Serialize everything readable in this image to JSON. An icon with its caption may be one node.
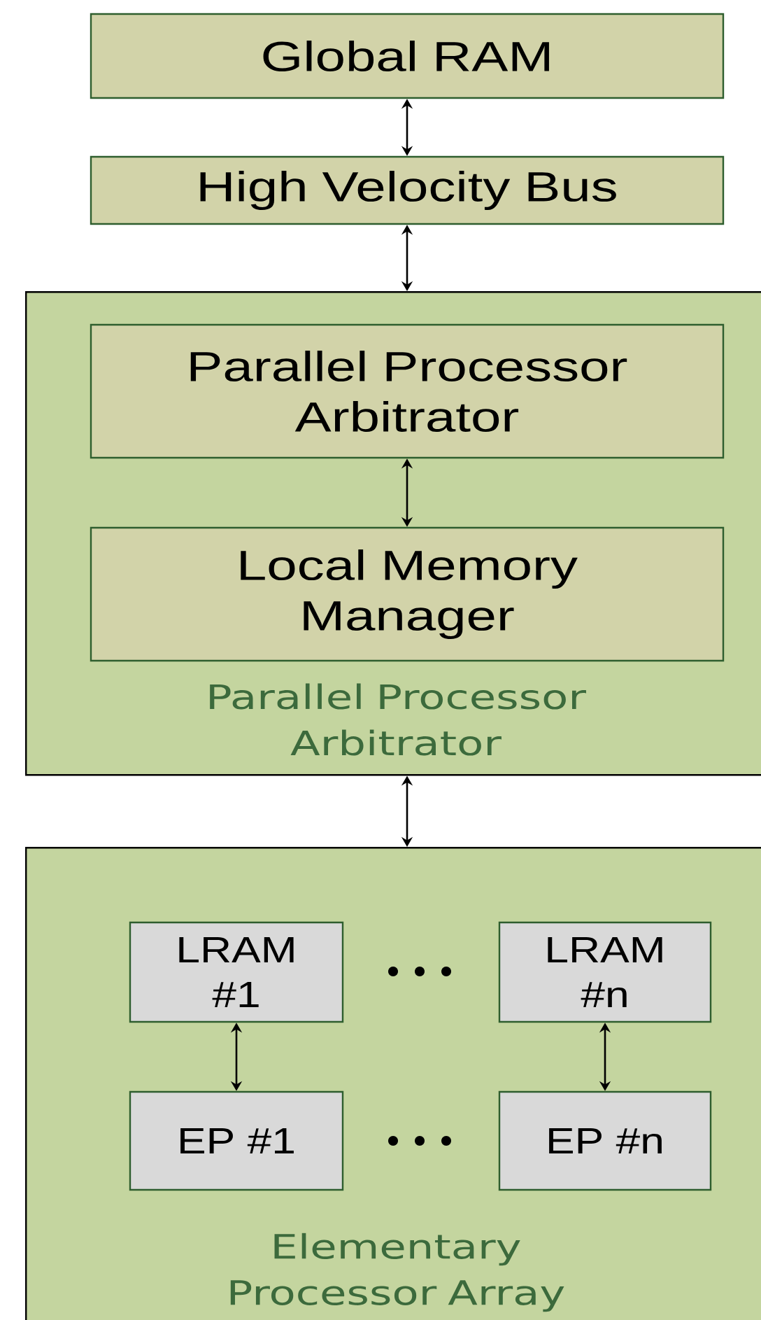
{
  "diagram": {
    "nodes": [
      {
        "text": [
          "Global RAM"
        ]
      },
      {
        "text": [
          "High Velocity Bus"
        ]
      },
      {
        "text": [
          "Parallel Processor Arbitrator"
        ]
      },
      {
        "text": [
          "Parallel Processor Arbitrator"
        ],
        "in": 2
      },
      {
        "text": [
          "Local Memory Manager"
        ],
        "in": 2
      },
      {
        "text": [
          "Elementary Processor Array"
        ]
      },
      {
        "text": [
          "LRAM #1"
        ],
        "in": 5
      },
      {
        "text": [
          "LRAM #n"
        ],
        "in": 5
      },
      {
        "text": [
          "EP #1"
        ],
        "in": 5
      },
      {
        "text": [
          "EP #n"
        ],
        "in": 5
      }
    ],
    "edges": [
      {
        "from": 0,
        "to": 1,
        "arrow": "both"
      },
      {
        "from": 1,
        "to": 2,
        "arrow": "both"
      },
      {
        "from": 3,
        "to": 4,
        "arrow": "both"
      },
      {
        "from": 2,
        "to": 5,
        "arrow": "both"
      },
      {
        "from": 6,
        "to": 8,
        "arrow": "both"
      },
      {
        "from": 7,
        "to": 9,
        "arrow": "both"
      }
    ]
  }
}
